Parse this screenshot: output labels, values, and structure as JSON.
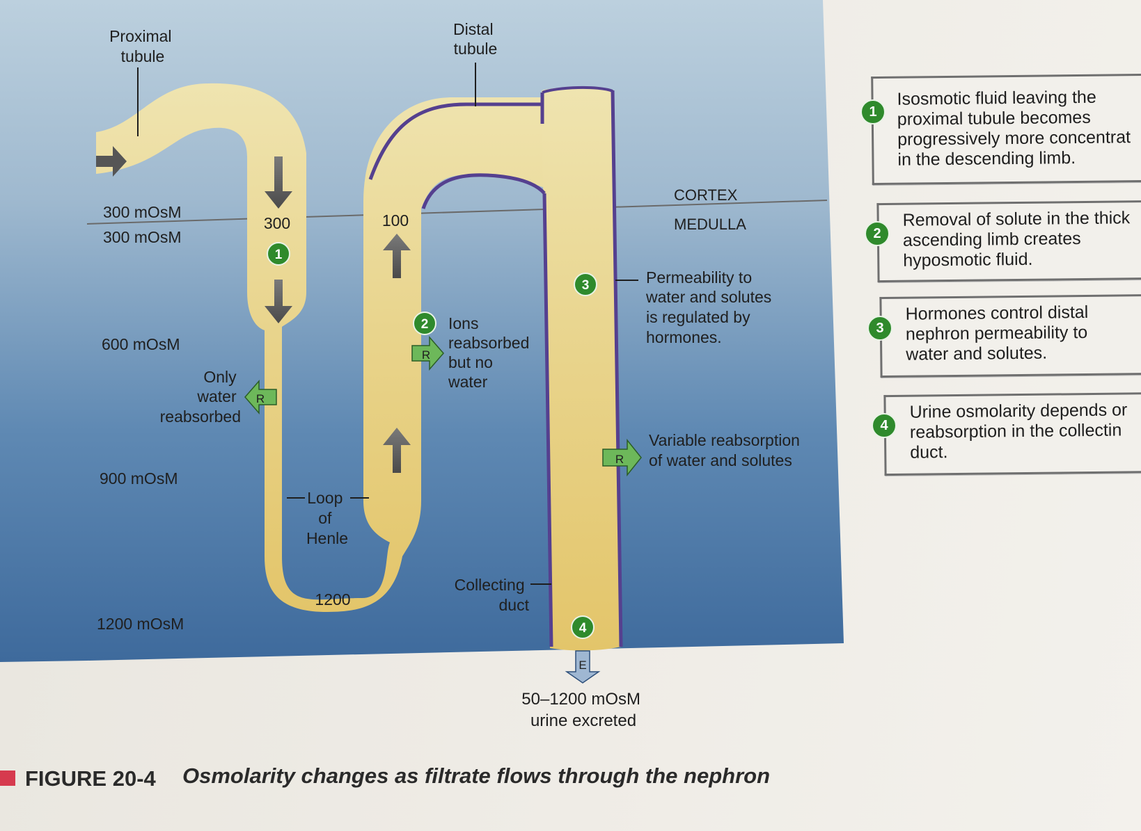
{
  "labels": {
    "proximal_tubule": [
      "Proximal",
      "tubule"
    ],
    "distal_tubule": [
      "Distal",
      "tubule"
    ],
    "cortex": "CORTEX",
    "medulla": "MEDULLA",
    "osm_300_a": "300 mOsM",
    "osm_300_b": "300 mOsM",
    "osm_600": "600 mOsM",
    "osm_900": "900 mOsM",
    "osm_1200": "1200 mOsM",
    "val_300": "300",
    "val_100": "100",
    "val_1200": "1200",
    "only_water": [
      "Only",
      "water",
      "reabsorbed"
    ],
    "ions_reabsorbed": [
      "Ions",
      "reabsorbed",
      "but no",
      "water"
    ],
    "permeability": [
      "Permeability to",
      "water and solutes",
      "is regulated by",
      "hormones."
    ],
    "variable_reabsorption": [
      "Variable reabsorption",
      "of water and solutes"
    ],
    "loop_of_henle": [
      "Loop",
      "of",
      "Henle"
    ],
    "collecting_duct": [
      "Collecting",
      "duct"
    ],
    "urine": [
      "50–1200 mOsM",
      "urine excreted"
    ],
    "reabsorb_marker": "R",
    "excrete_marker": "E"
  },
  "steps": {
    "s1": "1",
    "s2": "2",
    "s3": "3",
    "s4": "4"
  },
  "callouts": [
    {
      "num": "1",
      "text": "Isosmotic fluid leaving the\nproximal tubule becomes\nprogressively more concentrat\nin the descending limb."
    },
    {
      "num": "2",
      "text": "Removal of solute in the thick\nascending limb creates\nhyposmotic fluid."
    },
    {
      "num": "3",
      "text": "Hormones control distal\nnephron permeability to\nwater and solutes."
    },
    {
      "num": "4",
      "text": "Urine osmolarity depends or\nreabsorption in the collectin\nduct."
    }
  ],
  "caption": {
    "figure": "FIGURE 20-4",
    "title": "Osmolarity changes as filtrate flows through the nephron"
  },
  "colors": {
    "tubule_fill": "#ecd98a",
    "tubule_outline": "#55408f",
    "step_green": "#2f8a2c",
    "arrow_green": "#6db85a"
  }
}
